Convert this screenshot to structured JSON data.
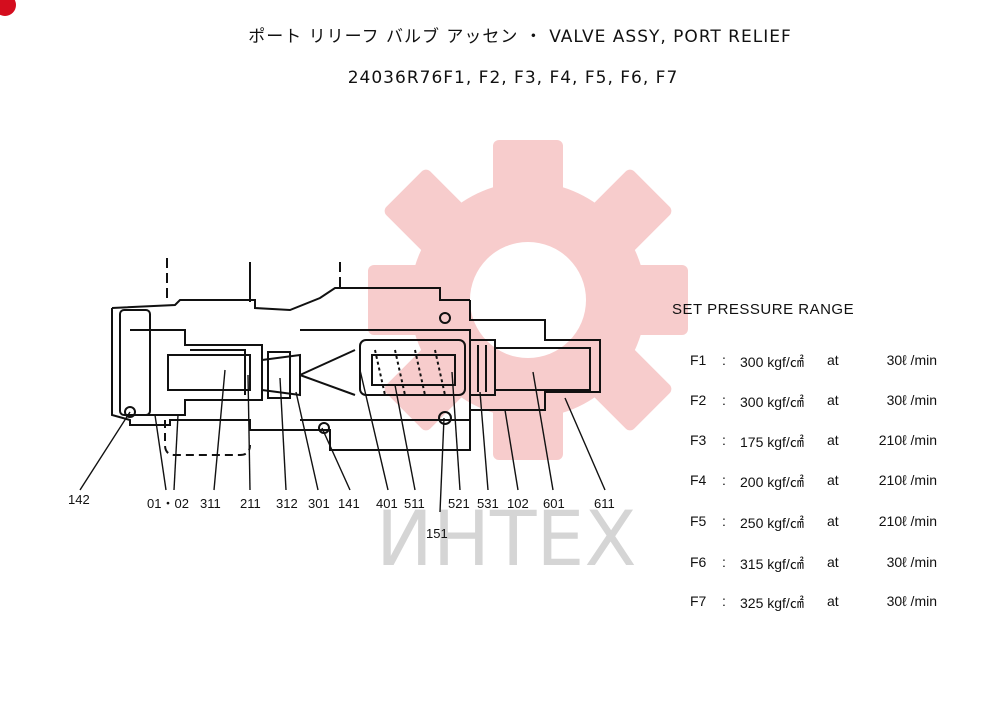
{
  "title": {
    "japanese": "ポート リリーフ バルブ アッセン ・ VALVE ASSY, PORT RELIEF",
    "part_numbers": "24036R76F1, F2, F3, F4, F5, F6, F7"
  },
  "watermark": {
    "text": "ИНТЕХ",
    "color": "#f3b8b8"
  },
  "diagram": {
    "callouts": [
      "142",
      "01・02",
      "311",
      "211",
      "312",
      "301",
      "141",
      "401",
      "511",
      "151",
      "521",
      "531",
      "102",
      "601",
      "611"
    ]
  },
  "spec": {
    "heading": "SET PRESSURE RANGE",
    "rows": [
      {
        "id": "F1",
        "pressure": "300 kgf/㎠",
        "at": "at",
        "flow": "30ℓ /min"
      },
      {
        "id": "F2",
        "pressure": "300 kgf/㎠",
        "at": "at",
        "flow": "30ℓ /min"
      },
      {
        "id": "F3",
        "pressure": "175 kgf/㎠",
        "at": "at",
        "flow": "210ℓ /min"
      },
      {
        "id": "F4",
        "pressure": "200 kgf/㎠",
        "at": "at",
        "flow": "210ℓ /min"
      },
      {
        "id": "F5",
        "pressure": "250 kgf/㎠",
        "at": "at",
        "flow": "210ℓ /min"
      },
      {
        "id": "F6",
        "pressure": "315 kgf/㎠",
        "at": "at",
        "flow": "30ℓ /min"
      },
      {
        "id": "F7",
        "pressure": "325 kgf/㎠",
        "at": "at",
        "flow": "30ℓ /min"
      }
    ]
  }
}
